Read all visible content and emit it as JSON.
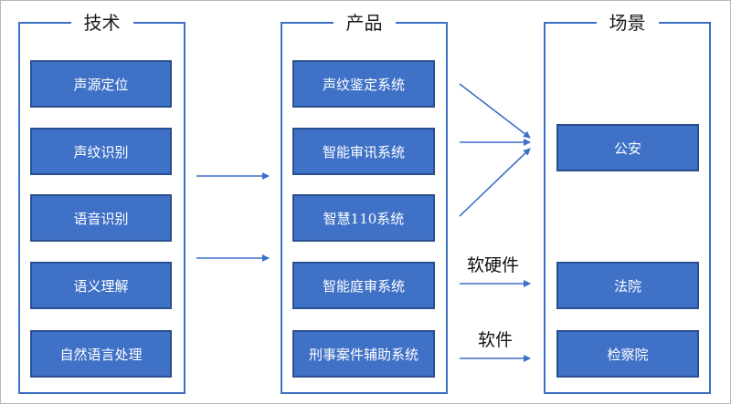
{
  "columns": {
    "tech": {
      "title": "技术",
      "items": [
        "声源定位",
        "声纹识别",
        "语音识别",
        "语义理解",
        "自然语言处理"
      ]
    },
    "product": {
      "title": "产品",
      "items": [
        "声纹鉴定系统",
        "智能审讯系统",
        "智慧110系统",
        "智能庭审系统",
        "刑事案件辅助系统"
      ]
    },
    "scene": {
      "title": "场景",
      "items": [
        "公安",
        "法院",
        "检察院"
      ]
    }
  },
  "edge_labels": {
    "hardware_software": "软硬件",
    "software": "软件"
  },
  "colors": {
    "panel_border": "#3c6fc6",
    "box_fill": "#3f71c7",
    "box_border": "#2a4f8f",
    "arrow": "#3c6fc6"
  }
}
